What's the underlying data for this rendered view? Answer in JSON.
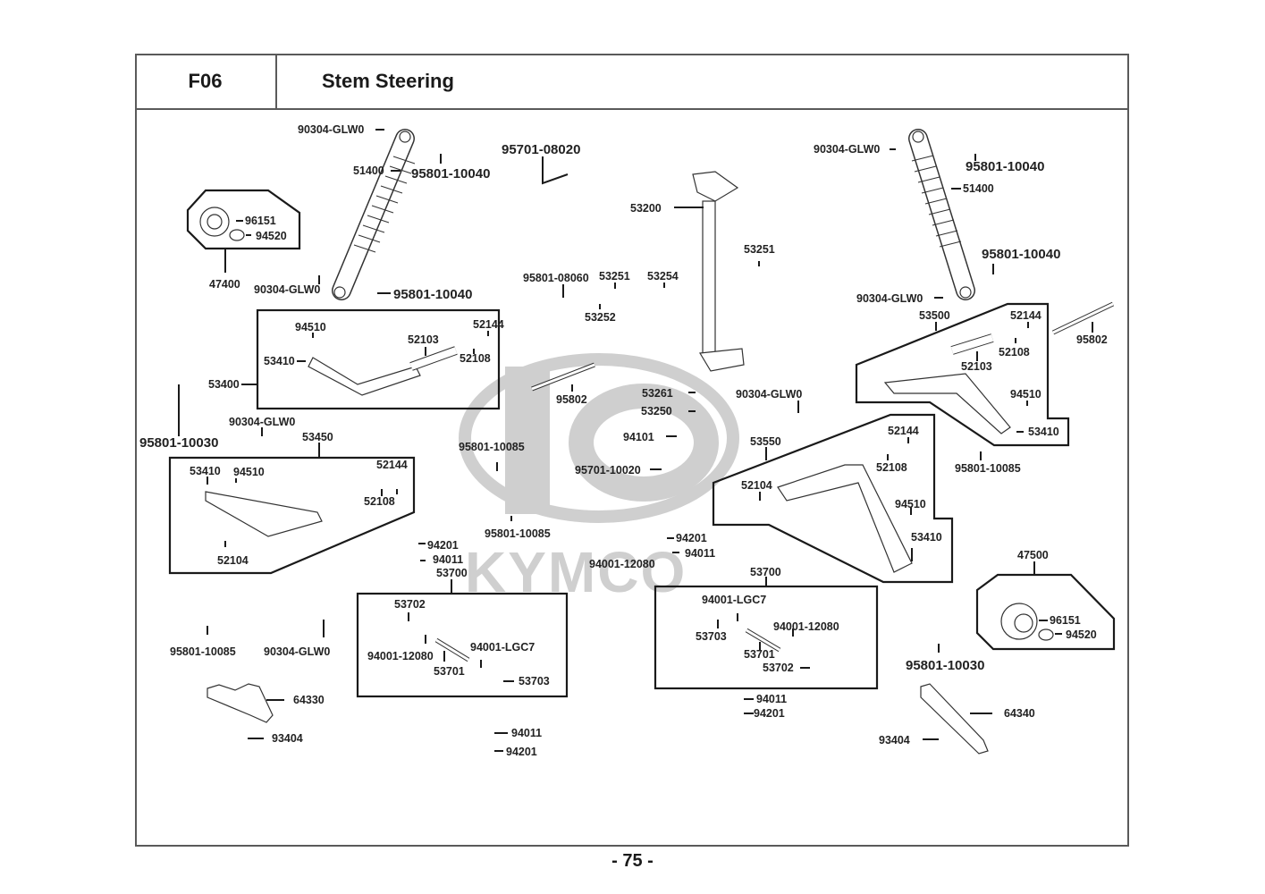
{
  "header": {
    "code": "F06",
    "title": "Stem Steering"
  },
  "page_number": "- 75 -",
  "watermark": {
    "brand": "KYMCO",
    "logo_icon": "kymco-k-logo"
  },
  "groups": [
    {
      "id": "47400",
      "label": "47400",
      "contents": [
        "96151",
        "94520"
      ]
    },
    {
      "id": "53400",
      "label": "53400",
      "contents": [
        "94510",
        "53410",
        "52103",
        "52144",
        "52108"
      ]
    },
    {
      "id": "53450",
      "label": "53450",
      "contents": [
        "53410",
        "94510",
        "52144",
        "52108",
        "52104"
      ]
    },
    {
      "id": "53500",
      "label": "53500",
      "contents": [
        "52144",
        "52108",
        "52103",
        "94510",
        "53410"
      ]
    },
    {
      "id": "53550",
      "label": "53550",
      "contents": [
        "52144",
        "52108",
        "52104",
        "94510",
        "53410"
      ]
    },
    {
      "id": "53700-left",
      "label": "53700",
      "contents": [
        "53702",
        "94001-12080",
        "53701",
        "94001-LGC7",
        "53703"
      ]
    },
    {
      "id": "53700-right",
      "label": "53700",
      "contents": [
        "94001-LGC7",
        "53703",
        "94001-12080",
        "53701",
        "53702"
      ]
    },
    {
      "id": "47500",
      "label": "47500",
      "contents": [
        "96151",
        "94520"
      ]
    }
  ],
  "labels": {
    "l_90304_top_left": "90304-GLW0",
    "l_51400_left": "51400",
    "l_95801_10040_a": "95801-10040",
    "l_96151_a": "96151",
    "l_94520_a": "94520",
    "l_47400": "47400",
    "l_90304_mid_left": "90304-GLW0",
    "l_95801_10040_b": "95801-10040",
    "l_95701_08020": "95701-08020",
    "l_53200": "53200",
    "l_95801_08060": "95801-08060",
    "l_53251_a": "53251",
    "l_53254": "53254",
    "l_53252": "53252",
    "l_53251_b": "53251",
    "l_90304_top_right": "90304-GLW0",
    "l_95801_10040_c": "95801-10040",
    "l_51400_right": "51400",
    "l_95801_10040_d": "95801-10040",
    "l_90304_right_low": "90304-GLW0",
    "l_53500": "53500",
    "l_52144_r1": "52144",
    "l_52108_r1": "52108",
    "l_52103_r1": "52103",
    "l_94510_r1": "94510",
    "l_53410_r1": "53410",
    "l_95802_right": "95802",
    "l_94510_l1": "94510",
    "l_53410_l1": "53410",
    "l_52103_l1": "52103",
    "l_52144_l1": "52144",
    "l_52108_l1": "52108",
    "l_53400": "53400",
    "l_95801_10030_left": "95801-10030",
    "l_90304_mid": "90304-GLW0",
    "l_53450": "53450",
    "l_53410_l2": "53410",
    "l_94510_l2": "94510",
    "l_52144_l2": "52144",
    "l_52108_l2": "52108",
    "l_52104_l2": "52104",
    "l_95802_center": "95802",
    "l_53261": "53261",
    "l_53250": "53250",
    "l_94101": "94101",
    "l_95701_10020": "95701-10020",
    "l_90304_center_right": "90304-GLW0",
    "l_53550": "53550",
    "l_52144_r2": "52144",
    "l_52108_r2": "52108",
    "l_52104_r2": "52104",
    "l_94510_r2": "94510",
    "l_53410_r2": "53410",
    "l_95801_10085_right": "95801-10085",
    "l_95801_10085_c1": "95801-10085",
    "l_95801_10085_c2": "95801-10085",
    "l_94201_l": "94201",
    "l_94011_l": "94011",
    "l_53700_l": "53700",
    "l_94001_12080_c": "94001-12080",
    "l_94201_c": "94201",
    "l_94011_c": "94011",
    "l_53702_l": "53702",
    "l_94001_12080_l": "94001-12080",
    "l_53701_l": "53701",
    "l_94001_LGC7_l": "94001-LGC7",
    "l_53703_l": "53703",
    "l_53700_r": "53700",
    "l_94001_LGC7_r": "94001-LGC7",
    "l_53703_r": "53703",
    "l_94001_12080_r": "94001-12080",
    "l_53701_r": "53701",
    "l_53702_r": "53702",
    "l_94011_r": "94011",
    "l_94201_r": "94201",
    "l_47500": "47500",
    "l_96151_b": "96151",
    "l_94520_b": "94520",
    "l_95801_10030_right": "95801-10030",
    "l_64340": "64340",
    "l_93404_r": "93404",
    "l_95801_10085_bl": "95801-10085",
    "l_90304_bl": "90304-GLW0",
    "l_64330": "64330",
    "l_93404_l": "93404",
    "l_94011_bc": "94011",
    "l_94201_bc": "94201"
  }
}
